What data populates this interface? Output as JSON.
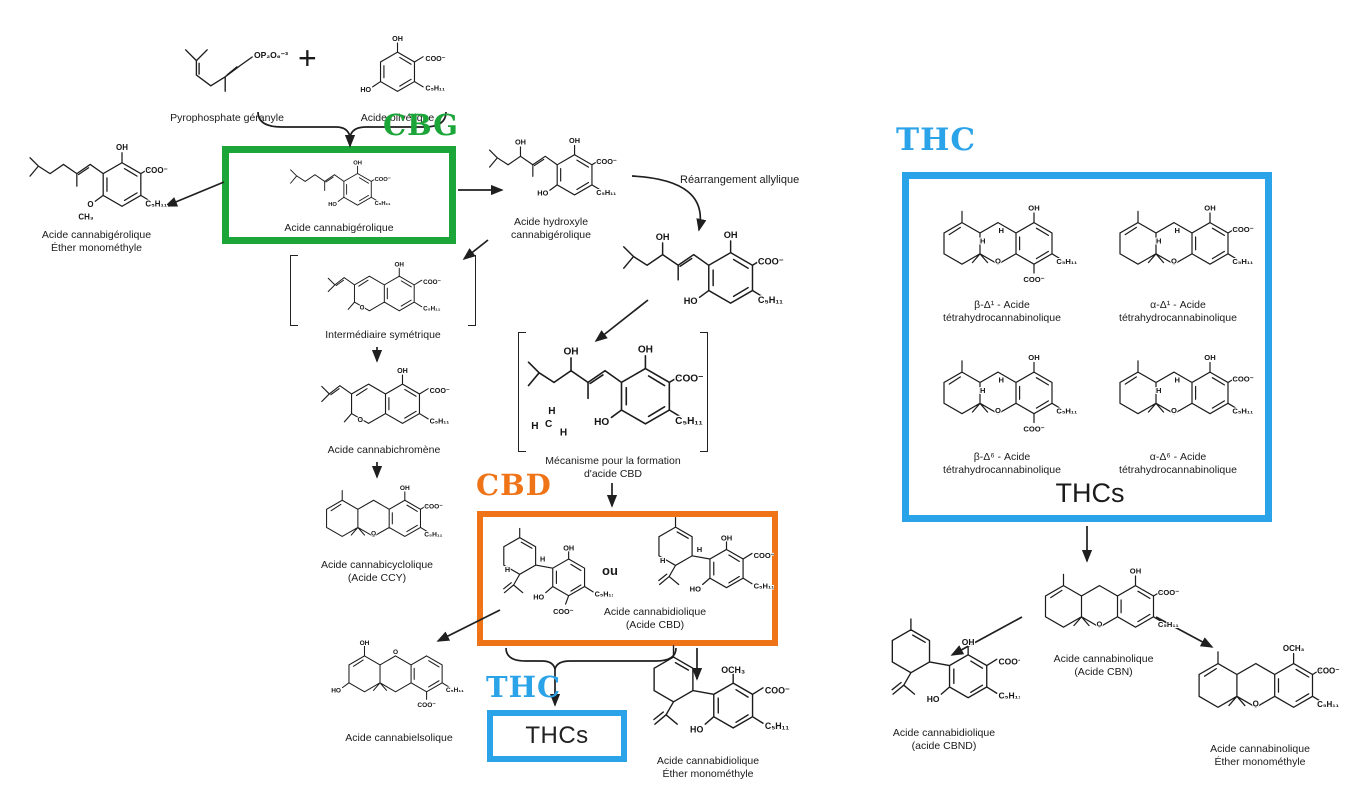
{
  "colors": {
    "cbg_green": "#1ca63a",
    "cbd_orange": "#ef7418",
    "thc_blue": "#2ba3e8",
    "ink": "#1c1c1c"
  },
  "badges": {
    "cbg": "CBG",
    "cbd": "CBD",
    "thc_left": "THC",
    "thc_right": "THC"
  },
  "texts": {
    "plus": "+",
    "ou": "ou",
    "rearrangement": "Réarrangement allylique",
    "thcs_box": "THCs",
    "thcs_inline": "THCs"
  },
  "boxes": {
    "cbd_caption": [
      "Acide cannabidiolique",
      "(Acide CBD)"
    ]
  },
  "molecules": [
    {
      "id": "geranyl",
      "core": "chain",
      "caption": [
        "Pyrophosphate géranyle"
      ],
      "groups": [
        {
          "t": "OP₂O₆⁻³",
          "s": "right"
        }
      ]
    },
    {
      "id": "olivetique",
      "core": "ring",
      "caption": [
        "Acide olivétique"
      ],
      "groups": [
        {
          "t": "OH",
          "s": "top"
        },
        {
          "t": "COO⁻",
          "s": "right"
        },
        {
          "t": "C₅H₁₁",
          "s": "br"
        },
        {
          "t": "HO",
          "s": "left"
        }
      ]
    },
    {
      "id": "cbg_ether",
      "core": "chainring",
      "caption": [
        "Acide cannabigérolique",
        "Éther monométhyle"
      ],
      "groups": [
        {
          "t": "OH",
          "s": "top"
        },
        {
          "t": "COO⁻",
          "s": "right"
        },
        {
          "t": "C₅H₁₁",
          "s": "br"
        },
        {
          "t": "O",
          "s": "left"
        },
        {
          "t": "CH₃",
          "s": "bottom"
        }
      ]
    },
    {
      "id": "cbg",
      "core": "chainring",
      "caption": [
        "Acide cannabigérolique"
      ],
      "groups": [
        {
          "t": "OH",
          "s": "top"
        },
        {
          "t": "COO⁻",
          "s": "right"
        },
        {
          "t": "C₅H₁₁",
          "s": "br"
        },
        {
          "t": "HO",
          "s": "left"
        }
      ]
    },
    {
      "id": "hydroxyle",
      "core": "chainring",
      "caption": [
        "Acide hydroxyle",
        "cannabigérolique"
      ],
      "groups": [
        {
          "t": "OH",
          "s": "ctop"
        },
        {
          "t": "OH",
          "s": "top"
        },
        {
          "t": "COO⁻",
          "s": "right"
        },
        {
          "t": "C₅H₁₁",
          "s": "br"
        },
        {
          "t": "HO",
          "s": "left"
        }
      ]
    },
    {
      "id": "allyl",
      "core": "chainring",
      "caption": [],
      "groups": [
        {
          "t": "OH",
          "s": "ctop"
        },
        {
          "t": "OH",
          "s": "top"
        },
        {
          "t": "COO⁻",
          "s": "right"
        },
        {
          "t": "C₅H₁₁",
          "s": "br"
        },
        {
          "t": "HO",
          "s": "left"
        }
      ]
    },
    {
      "id": "intermediaire",
      "core": "fused",
      "bracket": true,
      "caption": [
        "Intermédiaire symétrique"
      ],
      "groups": [
        {
          "t": "OH",
          "s": "top"
        },
        {
          "t": "COO⁻",
          "s": "right"
        },
        {
          "t": "C₅H₁₁",
          "s": "br"
        },
        {
          "t": "O",
          "s": "ringO"
        }
      ]
    },
    {
      "id": "chromene",
      "core": "fused",
      "caption": [
        "Acide cannabichromène"
      ],
      "groups": [
        {
          "t": "OH",
          "s": "top"
        },
        {
          "t": "COO⁻",
          "s": "right"
        },
        {
          "t": "C₅H₁₁",
          "s": "br"
        },
        {
          "t": "O",
          "s": "ringO"
        }
      ]
    },
    {
      "id": "ccy",
      "core": "tri",
      "caption": [
        "Acide cannabicyclolique",
        "(Acide CCY)"
      ],
      "groups": [
        {
          "t": "OH",
          "s": "top"
        },
        {
          "t": "COO⁻",
          "s": "right"
        },
        {
          "t": "C₅H₁₁",
          "s": "br"
        },
        {
          "t": "O",
          "s": "ringO"
        }
      ]
    },
    {
      "id": "mecanisme",
      "core": "chainring",
      "bracket": true,
      "caption": [
        "Mécanisme pour la formation",
        "d'acide CBD"
      ],
      "groups": [
        {
          "t": "OH",
          "s": "ctop"
        },
        {
          "t": "OH",
          "s": "top"
        },
        {
          "t": "COO⁻",
          "s": "right"
        },
        {
          "t": "C₅H₁₁",
          "s": "br"
        },
        {
          "t": "HO",
          "s": "left"
        },
        {
          "t": "H",
          "s": "h1"
        },
        {
          "t": "C",
          "s": "hc"
        },
        {
          "t": "H",
          "s": "h2"
        },
        {
          "t": "H",
          "s": "h3"
        }
      ]
    },
    {
      "id": "cbd_a",
      "core": "birings",
      "caption": [],
      "groups": [
        {
          "t": "OH",
          "s": "top"
        },
        {
          "t": "C₅H₁₁",
          "s": "br"
        },
        {
          "t": "HO",
          "s": "left"
        },
        {
          "t": "COO⁻",
          "s": "bottom"
        },
        {
          "t": "H",
          "s": "ha"
        },
        {
          "t": "H",
          "s": "hb"
        }
      ]
    },
    {
      "id": "cbd_b",
      "core": "birings",
      "caption": [],
      "groups": [
        {
          "t": "OH",
          "s": "top"
        },
        {
          "t": "COO⁻",
          "s": "right"
        },
        {
          "t": "C₅H₁₁",
          "s": "br"
        },
        {
          "t": "HO",
          "s": "left"
        },
        {
          "t": "H",
          "s": "ha"
        },
        {
          "t": "H",
          "s": "hb"
        }
      ]
    },
    {
      "id": "elsolique",
      "core": "tri",
      "caption": [
        "Acide cannabielsolique"
      ],
      "groups": [
        {
          "t": "OH",
          "s": "topl"
        },
        {
          "t": "O",
          "s": "topm"
        },
        {
          "t": "HO",
          "s": "left"
        },
        {
          "t": "C₅H₁₁",
          "s": "br"
        },
        {
          "t": "COO⁻",
          "s": "bottom"
        }
      ]
    },
    {
      "id": "cbd_ether",
      "core": "birings",
      "caption": [
        "Acide cannabidiolique",
        "Éther monométhyle"
      ],
      "groups": [
        {
          "t": "OCH₃",
          "s": "top"
        },
        {
          "t": "COO⁻",
          "s": "right"
        },
        {
          "t": "C₅H₁₁",
          "s": "br"
        },
        {
          "t": "HO",
          "s": "left"
        }
      ]
    },
    {
      "id": "bd1",
      "core": "tri",
      "caption": [
        "β-Δ¹ -  Acide",
        "tétrahydrocannabinolique"
      ],
      "groups": [
        {
          "t": "OH",
          "s": "top"
        },
        {
          "t": "C₅H₁₁",
          "s": "br"
        },
        {
          "t": "COO⁻",
          "s": "bottom"
        },
        {
          "t": "O",
          "s": "ringO"
        },
        {
          "t": "H",
          "s": "hm"
        },
        {
          "t": "H",
          "s": "hm2"
        }
      ]
    },
    {
      "id": "ad1",
      "core": "tri",
      "caption": [
        "α-Δ¹ -  Acide",
        "tétrahydrocannabinolique"
      ],
      "groups": [
        {
          "t": "OH",
          "s": "top"
        },
        {
          "t": "COO⁻",
          "s": "right"
        },
        {
          "t": "C₅H₁₁",
          "s": "br"
        },
        {
          "t": "O",
          "s": "ringO"
        },
        {
          "t": "H",
          "s": "hm"
        },
        {
          "t": "H",
          "s": "hm2"
        }
      ]
    },
    {
      "id": "bd6",
      "core": "tri",
      "caption": [
        "β-Δ⁶ -  Acide",
        "tétrahydrocannabinolique"
      ],
      "groups": [
        {
          "t": "OH",
          "s": "top"
        },
        {
          "t": "C₅H₁₁",
          "s": "br"
        },
        {
          "t": "COO⁻",
          "s": "bottom"
        },
        {
          "t": "O",
          "s": "ringO"
        },
        {
          "t": "H",
          "s": "hm"
        },
        {
          "t": "H",
          "s": "hm2"
        }
      ]
    },
    {
      "id": "ad6",
      "core": "tri",
      "caption": [
        "α-Δ⁶ -  Acide",
        "tétrahydrocannabinolique"
      ],
      "groups": [
        {
          "t": "OH",
          "s": "top"
        },
        {
          "t": "COO⁻",
          "s": "right"
        },
        {
          "t": "C₅H₁₁",
          "s": "br"
        },
        {
          "t": "O",
          "s": "ringO"
        },
        {
          "t": "H",
          "s": "hm"
        },
        {
          "t": "H",
          "s": "hm2"
        }
      ]
    },
    {
      "id": "cbn",
      "core": "tri",
      "caption": [
        "Acide cannabinolique",
        "(Acide CBN)"
      ],
      "groups": [
        {
          "t": "OH",
          "s": "top"
        },
        {
          "t": "COO⁻",
          "s": "right"
        },
        {
          "t": "C₅H₁₁",
          "s": "br"
        },
        {
          "t": "O",
          "s": "ringO"
        }
      ]
    },
    {
      "id": "cbnd",
      "core": "birings",
      "caption": [
        "Acide cannabidiolique",
        "(acide CBND)"
      ],
      "groups": [
        {
          "t": "OH",
          "s": "top"
        },
        {
          "t": "COO⁻",
          "s": "right"
        },
        {
          "t": "C₅H₁₁",
          "s": "br"
        },
        {
          "t": "HO",
          "s": "left"
        }
      ]
    },
    {
      "id": "cbn_ether",
      "core": "tri",
      "caption": [
        "Acide cannabinolique",
        "Éther monométhyle"
      ],
      "groups": [
        {
          "t": "OCH₃",
          "s": "top"
        },
        {
          "t": "COO⁻",
          "s": "right"
        },
        {
          "t": "C₅H₁₁",
          "s": "br"
        },
        {
          "t": "O",
          "s": "ringO"
        }
      ]
    }
  ]
}
